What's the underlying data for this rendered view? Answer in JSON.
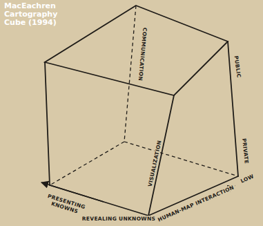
{
  "diagram": {
    "title": "MacEachren Cartography Cube (1994)",
    "labels": [
      "COMMUNICATION",
      "PUBLIC",
      "PRIVATE",
      "VISUALIZATION",
      "LOW",
      "PRESENTING KNOWNS",
      "REVEALING UNKNOWNS",
      "HUMAN-MAP INTERACTION"
    ]
  }
}
